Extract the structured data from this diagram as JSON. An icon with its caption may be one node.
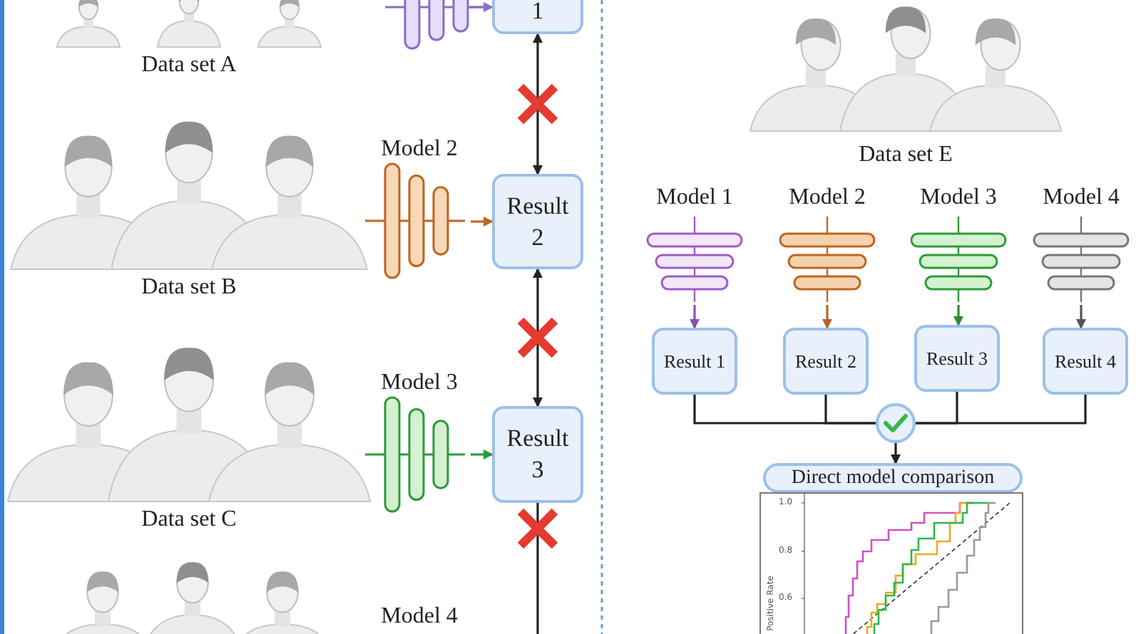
{
  "diagram": {
    "nodes": [
      {
        "text": [
          "Data set A"
        ]
      },
      {
        "text": [],
        "shape": "picture"
      },
      {
        "text": [
          "1"
        ]
      },
      {
        "text": [
          "Model 2"
        ]
      },
      {
        "text": [
          "Result 2"
        ]
      },
      {
        "text": [
          "Data set B"
        ]
      },
      {
        "text": [
          "Model 3"
        ]
      },
      {
        "text": [
          "Result 3"
        ]
      },
      {
        "text": [
          "Data set C"
        ]
      },
      {
        "text": [],
        "shape": "picture"
      },
      {
        "text": [
          "Model 4"
        ]
      },
      {
        "text": [
          "Data set E"
        ]
      },
      {
        "text": [
          "Model 1"
        ]
      },
      {
        "text": [
          "Model 2"
        ]
      },
      {
        "text": [
          "Model 3"
        ]
      },
      {
        "text": [
          "Model 4"
        ]
      },
      {
        "text": [
          "Result 1"
        ]
      },
      {
        "text": [
          "Result 2"
        ]
      },
      {
        "text": [
          "Result 3"
        ]
      },
      {
        "text": [
          "Result 4"
        ]
      },
      {
        "text": [],
        "shape": "circle"
      },
      {
        "text": [
          "Direct model comparison"
        ]
      }
    ],
    "edges": [
      {
        "from": 1,
        "to": 2,
        "arrow": "to",
        "color": "#8a6fc4"
      },
      {
        "from": 3,
        "to": 4,
        "arrow": "to",
        "color": "#c0651f"
      },
      {
        "from": 6,
        "to": 7,
        "arrow": "to",
        "color": "#2e9a3a"
      },
      {
        "from": 2,
        "to": 4,
        "arrow": "both"
      },
      {
        "from": 4,
        "to": 7,
        "arrow": "both"
      },
      {
        "from": null,
        "to": 7,
        "arrow": "to"
      },
      {
        "from": 12,
        "to": 16,
        "arrow": "to",
        "color": "#8a4fb0"
      },
      {
        "from": 13,
        "to": 17,
        "arrow": "to",
        "color": "#b5642a"
      },
      {
        "from": 14,
        "to": 18,
        "arrow": "to",
        "color": "#2e8a2e"
      },
      {
        "from": 15,
        "to": 19,
        "arrow": "to",
        "color": "#555555"
      },
      {
        "from": 16,
        "to": 20,
        "arrow": "none"
      },
      {
        "from": 17,
        "to": 20,
        "arrow": "none"
      },
      {
        "from": 18,
        "to": 20,
        "arrow": "none"
      },
      {
        "from": 19,
        "to": 20,
        "arrow": "none"
      },
      {
        "from": 20,
        "to": 21,
        "arrow": "to"
      }
    ],
    "labels": [
      "1.0",
      "0.8",
      "0.6",
      "Positive Rate"
    ]
  }
}
